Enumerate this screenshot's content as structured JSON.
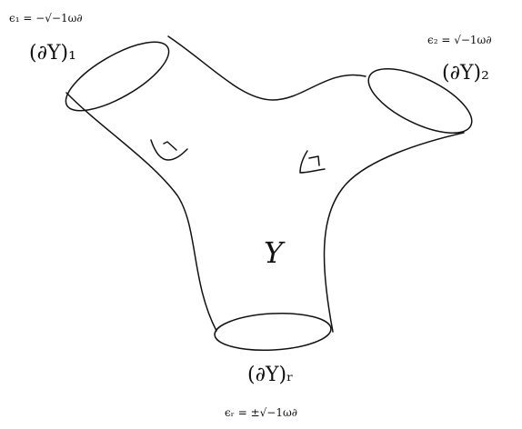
{
  "labels": {
    "eps1": "ϵ₁ = −√−1ω∂",
    "eps2": "ϵ₂ = √−1ω∂",
    "epsr": "ϵᵣ = ±√−1ω∂",
    "boundary1": "(∂Y)₁",
    "boundary2": "(∂Y)₂",
    "boundaryr": "(∂Y)ᵣ",
    "surface": "Y"
  },
  "colors": {
    "stroke": "#111111",
    "background": "#ffffff"
  }
}
